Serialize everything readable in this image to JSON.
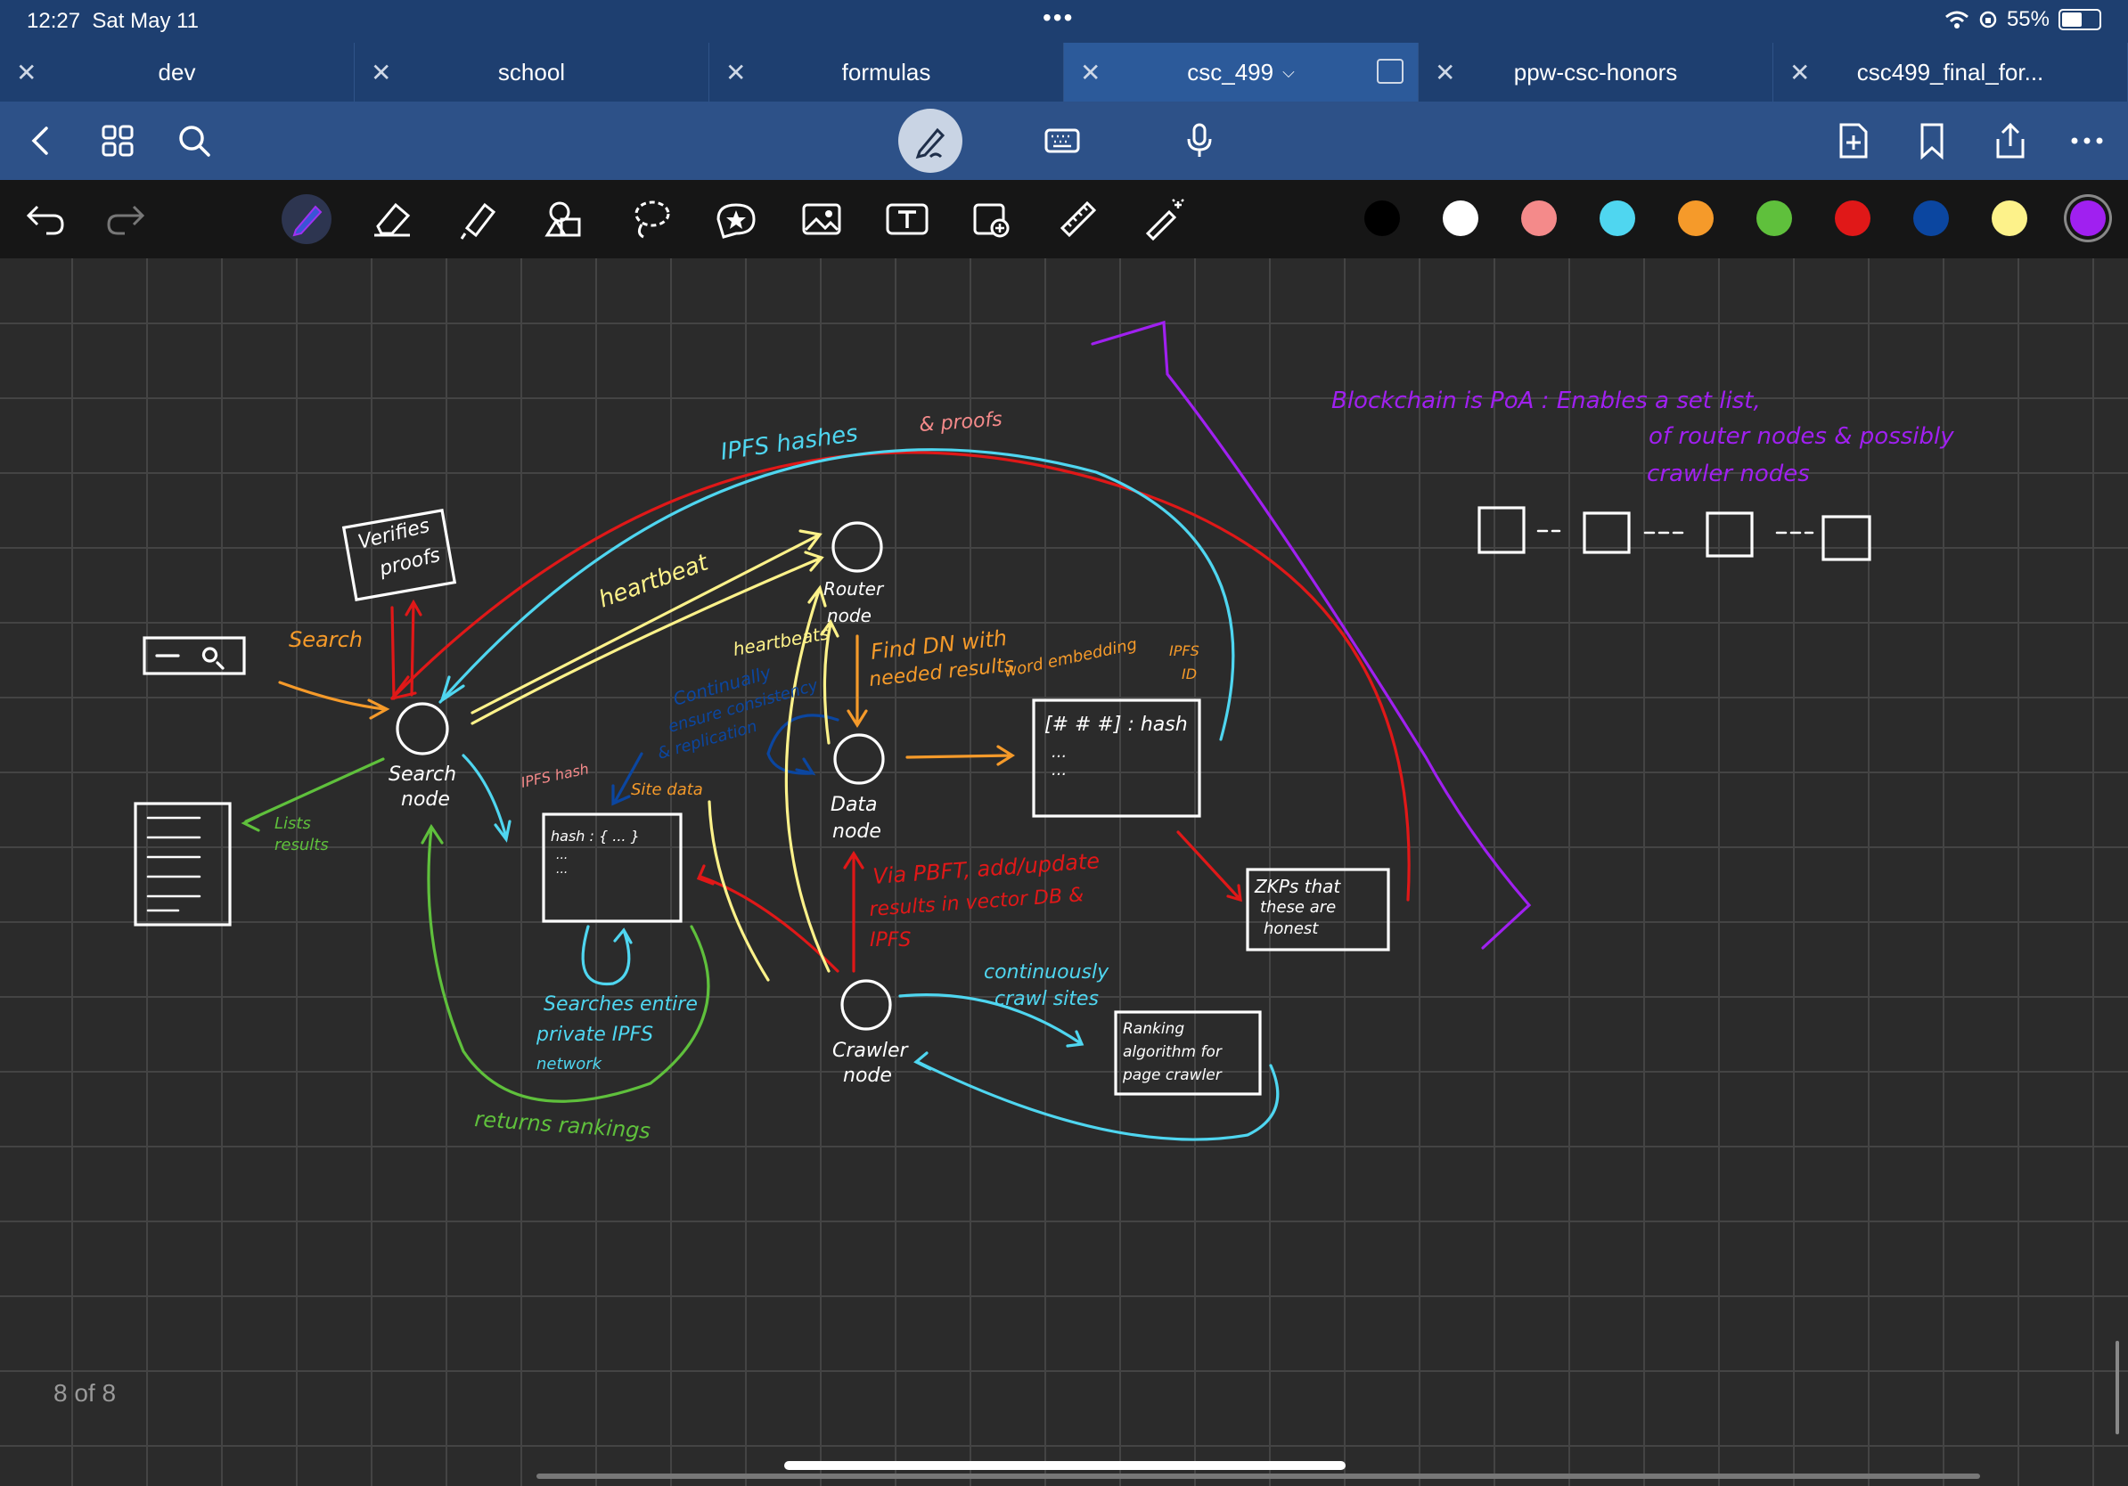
{
  "status": {
    "time": "12:27",
    "date": "Sat May 11",
    "battery": "55%",
    "battery_level": 0.55,
    "dots": "•••"
  },
  "tabs": [
    {
      "label": "dev"
    },
    {
      "label": "school"
    },
    {
      "label": "formulas"
    },
    {
      "label": "csc_499",
      "active": true
    },
    {
      "label": "ppw-csc-honors"
    },
    {
      "label": "csc499_final_for..."
    }
  ],
  "topbar_icons": [
    "back-chevron-icon",
    "grid-icon",
    "search-icon",
    "pen-mode-icon",
    "keyboard-icon",
    "microphone-icon",
    "add-page-icon",
    "bookmark-icon",
    "share-icon",
    "more-icon"
  ],
  "tools": [
    "pen-icon",
    "eraser-icon",
    "highlighter-icon",
    "shapes-icon",
    "lasso-icon",
    "sticker-icon",
    "image-icon",
    "text-icon",
    "camera-icon",
    "ruler-icon",
    "laser-icon"
  ],
  "swatches": [
    "#000000",
    "#ffffff",
    "#f48a8a",
    "#4fd6f0",
    "#f59a2a",
    "#5fc03c",
    "#e01818",
    "#0b46a0",
    "#fdf28a",
    "#a020f0"
  ],
  "note": {
    "blockchain_line1": "Blockchain  is  PoA :  Enables  a  set  list,",
    "blockchain_line2": "of  router  nodes  &  possibly",
    "blockchain_line3": "crawler  nodes",
    "ipfs_hashes": "IPFS  hashes",
    "and_proofs": "& proofs",
    "verifies_proofs_1": "Verifies",
    "verifies_proofs_2": "proofs",
    "search": "Search",
    "heartbeat": "heartbeat",
    "heartbeats": "heartbeats",
    "router_node_1": "Router",
    "router_node_2": "node",
    "find_dn_1": "Find DN  with",
    "find_dn_2": "needed results",
    "word_embedding": "word embedding",
    "ipfs_id_1": "IPFS",
    "ipfs_id_2": "ID",
    "continually_1": "Continually",
    "continually_2": "ensure consistency",
    "continually_3": "& replication",
    "hash_table": "[# # #] : hash",
    "hash_rows": "...",
    "search_node_1": "Search",
    "search_node_2": "node",
    "lists_results_1": "Lists",
    "lists_results_2": "results",
    "ipfs_hash": "IPFS hash",
    "site_data": "Site data",
    "hash_box": "hash : {  ...  }",
    "data_node_1": "Data",
    "data_node_2": "node",
    "pbft_1": "Via  PBFT,  add/update",
    "pbft_2": "results  in  vector DB  &",
    "pbft_3": "IPFS",
    "zkps_1": "ZKPs that",
    "zkps_2": "these are",
    "zkps_3": "honest",
    "searches_1": "Searches  entire",
    "searches_2": "private   IPFS",
    "searches_3": "network",
    "returns_rankings": "returns  rankings",
    "crawler_node_1": "Crawler",
    "crawler_node_2": "node",
    "continuously_1": "continuously",
    "continuously_2": "crawl  sites",
    "ranking_1": "Ranking",
    "ranking_2": "algorithm for",
    "ranking_3": "page crawler"
  },
  "page_count": "8 of 8"
}
